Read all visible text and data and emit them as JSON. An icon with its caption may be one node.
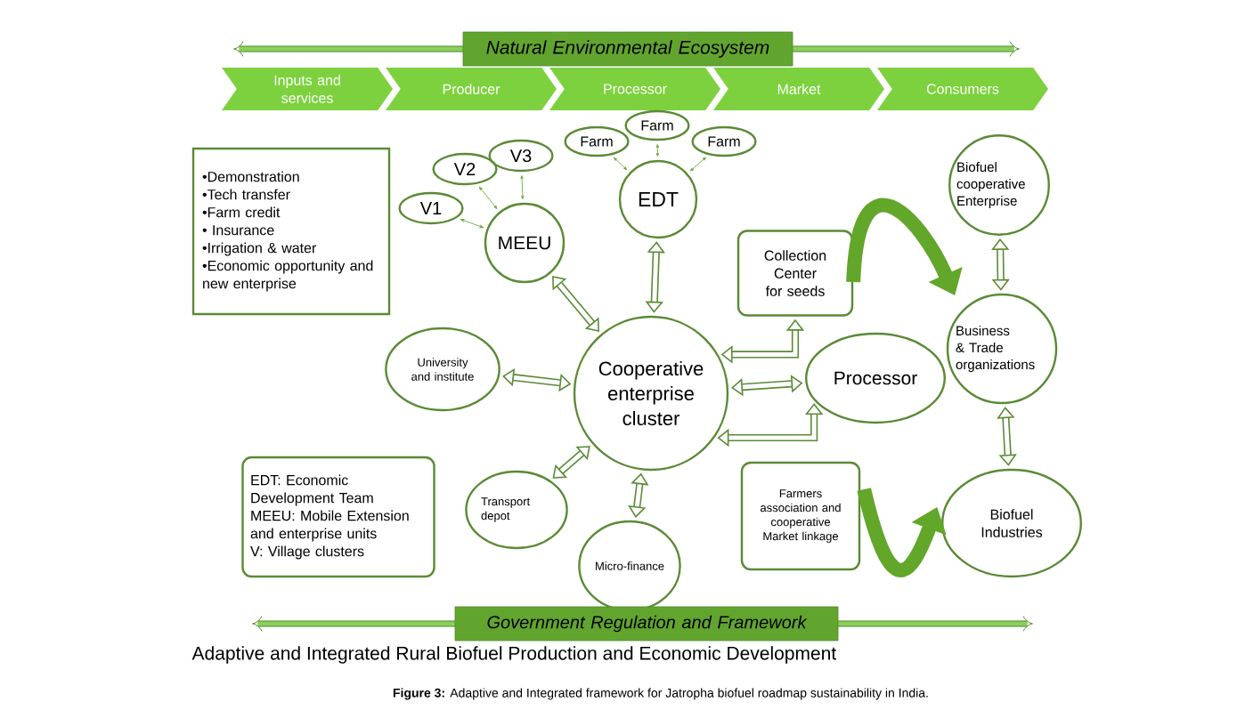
{
  "diagram": {
    "caption": "**Figure 3:** Adaptive and Integrated framework for Jatropha biofuel roadmap sustainability in India.",
    "nodes": [
      {
        "text": [
          "Natural Environmental Ecosystem"
        ]
      },
      {
        "text": [
          "Inputs and services"
        ]
      },
      {
        "text": [
          "Producer"
        ]
      },
      {
        "text": [
          "Processor"
        ]
      },
      {
        "text": [
          "Market"
        ]
      },
      {
        "text": [
          "Consumers"
        ]
      },
      {
        "text": [
          "•Demonstration",
          "•Tech transfer",
          "•Farm credit",
          "• Insurance",
          "•Irrigation & water",
          "•Economic opportunity and new enterprise"
        ]
      },
      {
        "text": [
          "V1"
        ]
      },
      {
        "text": [
          "V2"
        ]
      },
      {
        "text": [
          "V3"
        ]
      },
      {
        "text": [
          "MEEU"
        ]
      },
      {
        "text": [
          "Farm"
        ]
      },
      {
        "text": [
          "Farm"
        ]
      },
      {
        "text": [
          "Farm"
        ]
      },
      {
        "text": [
          "EDT"
        ]
      },
      {
        "text": [
          "Collection Center for seeds"
        ]
      },
      {
        "text": [
          "Biofuel cooperative Enterprise"
        ]
      },
      {
        "text": [
          "University and institute"
        ]
      },
      {
        "text": [
          "Cooperative enterprise cluster"
        ]
      },
      {
        "text": [
          "Processor"
        ]
      },
      {
        "text": [
          "Business & Trade organizations"
        ]
      },
      {
        "text": [
          "EDT: Economic Development Team",
          "MEEU: Mobile Extension and enterprise units",
          "V: Village clusters"
        ]
      },
      {
        "text": [
          "Transport depot"
        ]
      },
      {
        "text": [
          "Micro-finance"
        ]
      },
      {
        "text": [
          "Farmers association and cooperative Market linkage"
        ]
      },
      {
        "text": [
          "Biofuel Industries"
        ]
      },
      {
        "text": [
          "Government Regulation and Framework"
        ]
      }
    ],
    "edges": [
      {
        "from": 7,
        "to": 10,
        "arrow": "both",
        "color": "#6aaa3a"
      },
      {
        "from": 8,
        "to": 10,
        "arrow": "both",
        "color": "#6aaa3a"
      },
      {
        "from": 9,
        "to": 10,
        "arrow": "both",
        "color": "#6aaa3a"
      },
      {
        "from": 11,
        "to": 14,
        "arrow": "both",
        "color": "#6aaa3a"
      },
      {
        "from": 12,
        "to": 14,
        "arrow": "both",
        "color": "#6aaa3a"
      },
      {
        "from": 13,
        "to": 14,
        "arrow": "both",
        "color": "#6aaa3a"
      },
      {
        "from": 10,
        "to": 18,
        "arrow": "both"
      },
      {
        "from": 14,
        "to": 18,
        "arrow": "both"
      },
      {
        "from": 17,
        "to": 18,
        "arrow": "both"
      },
      {
        "from": 18,
        "to": 15,
        "arrow": "both"
      },
      {
        "from": 18,
        "to": 19,
        "arrow": "both"
      },
      {
        "from": 18,
        "to": 19,
        "arrow": "both"
      },
      {
        "from": 18,
        "to": 22,
        "arrow": "both"
      },
      {
        "from": 18,
        "to": 23,
        "arrow": "both"
      },
      {
        "from": 16,
        "to": 20,
        "arrow": "both"
      },
      {
        "from": 20,
        "to": 25,
        "arrow": "both"
      },
      {
        "from": 15,
        "to": 20,
        "arrow": "to",
        "style": "thick",
        "color": "#62a62a"
      },
      {
        "from": 24,
        "to": 25,
        "arrow": "to",
        "style": "thick",
        "color": "#62a62a"
      }
    ],
    "labels": [
      "Adaptive and Integrated Rural Biofuel Production and  Economic Development"
    ]
  }
}
